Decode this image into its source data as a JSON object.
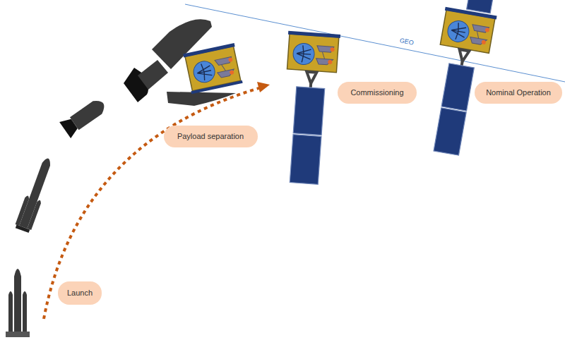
{
  "diagram": {
    "nodes": [
      {
        "text": [
          "Launch"
        ]
      },
      {
        "text": [
          "Payload separation"
        ]
      },
      {
        "text": [
          "Commissioning"
        ]
      },
      {
        "text": [
          "Nominal Operation"
        ]
      }
    ],
    "labels": [
      "GEO"
    ]
  }
}
